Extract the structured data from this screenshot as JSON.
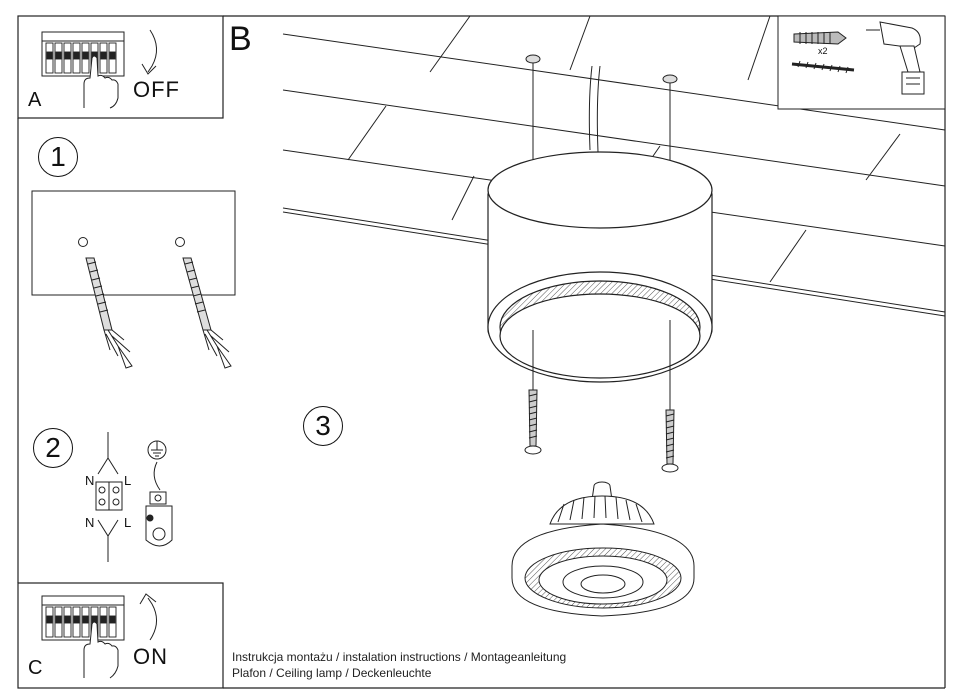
{
  "panels": {
    "a": {
      "letter": "A",
      "state": "OFF"
    },
    "b": {
      "letter": "B"
    },
    "c": {
      "letter": "C",
      "state": "ON"
    }
  },
  "steps": {
    "one": "1",
    "two": "2",
    "three": "3"
  },
  "wiring": {
    "n_top": "N",
    "l_top": "L",
    "n_bottom": "N",
    "l_bottom": "L"
  },
  "tools": {
    "quantity": "x2"
  },
  "captions": {
    "line1": "Instrukcja montażu / instalation instructions / Montageanleitung",
    "line2": "Plafon / Ceiling lamp / Deckenleuchte"
  }
}
